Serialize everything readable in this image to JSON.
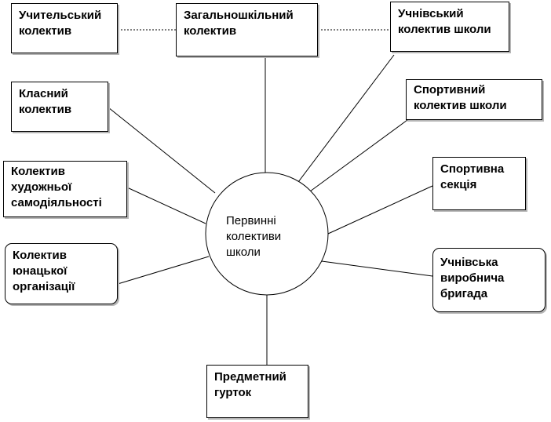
{
  "diagram": {
    "center": {
      "lines": [
        "Первинні",
        "колективи",
        "школи"
      ]
    },
    "nodes": [
      {
        "id": "teachers",
        "lines": [
          "Учительський",
          "колектив"
        ]
      },
      {
        "id": "school-wide",
        "lines": [
          "Загальношкільний",
          "колектив"
        ]
      },
      {
        "id": "students",
        "lines": [
          "Учнівський",
          "колектив школи"
        ]
      },
      {
        "id": "class",
        "lines": [
          "Класний",
          "колектив"
        ]
      },
      {
        "id": "sports-team",
        "lines": [
          "Спортивний",
          "колектив школи"
        ]
      },
      {
        "id": "art-amateur",
        "lines": [
          "Колектив",
          "художньої",
          "самодіяльності"
        ]
      },
      {
        "id": "sports-section",
        "lines": [
          "Спортивна",
          "секція"
        ]
      },
      {
        "id": "youth-org",
        "lines": [
          "Колектив",
          "юнацької",
          "організації"
        ]
      },
      {
        "id": "work-brigade",
        "lines": [
          "Учнівська",
          "виробнича",
          "бригада"
        ]
      },
      {
        "id": "subject-club",
        "lines": [
          "Предметний",
          "гурток"
        ]
      }
    ]
  }
}
